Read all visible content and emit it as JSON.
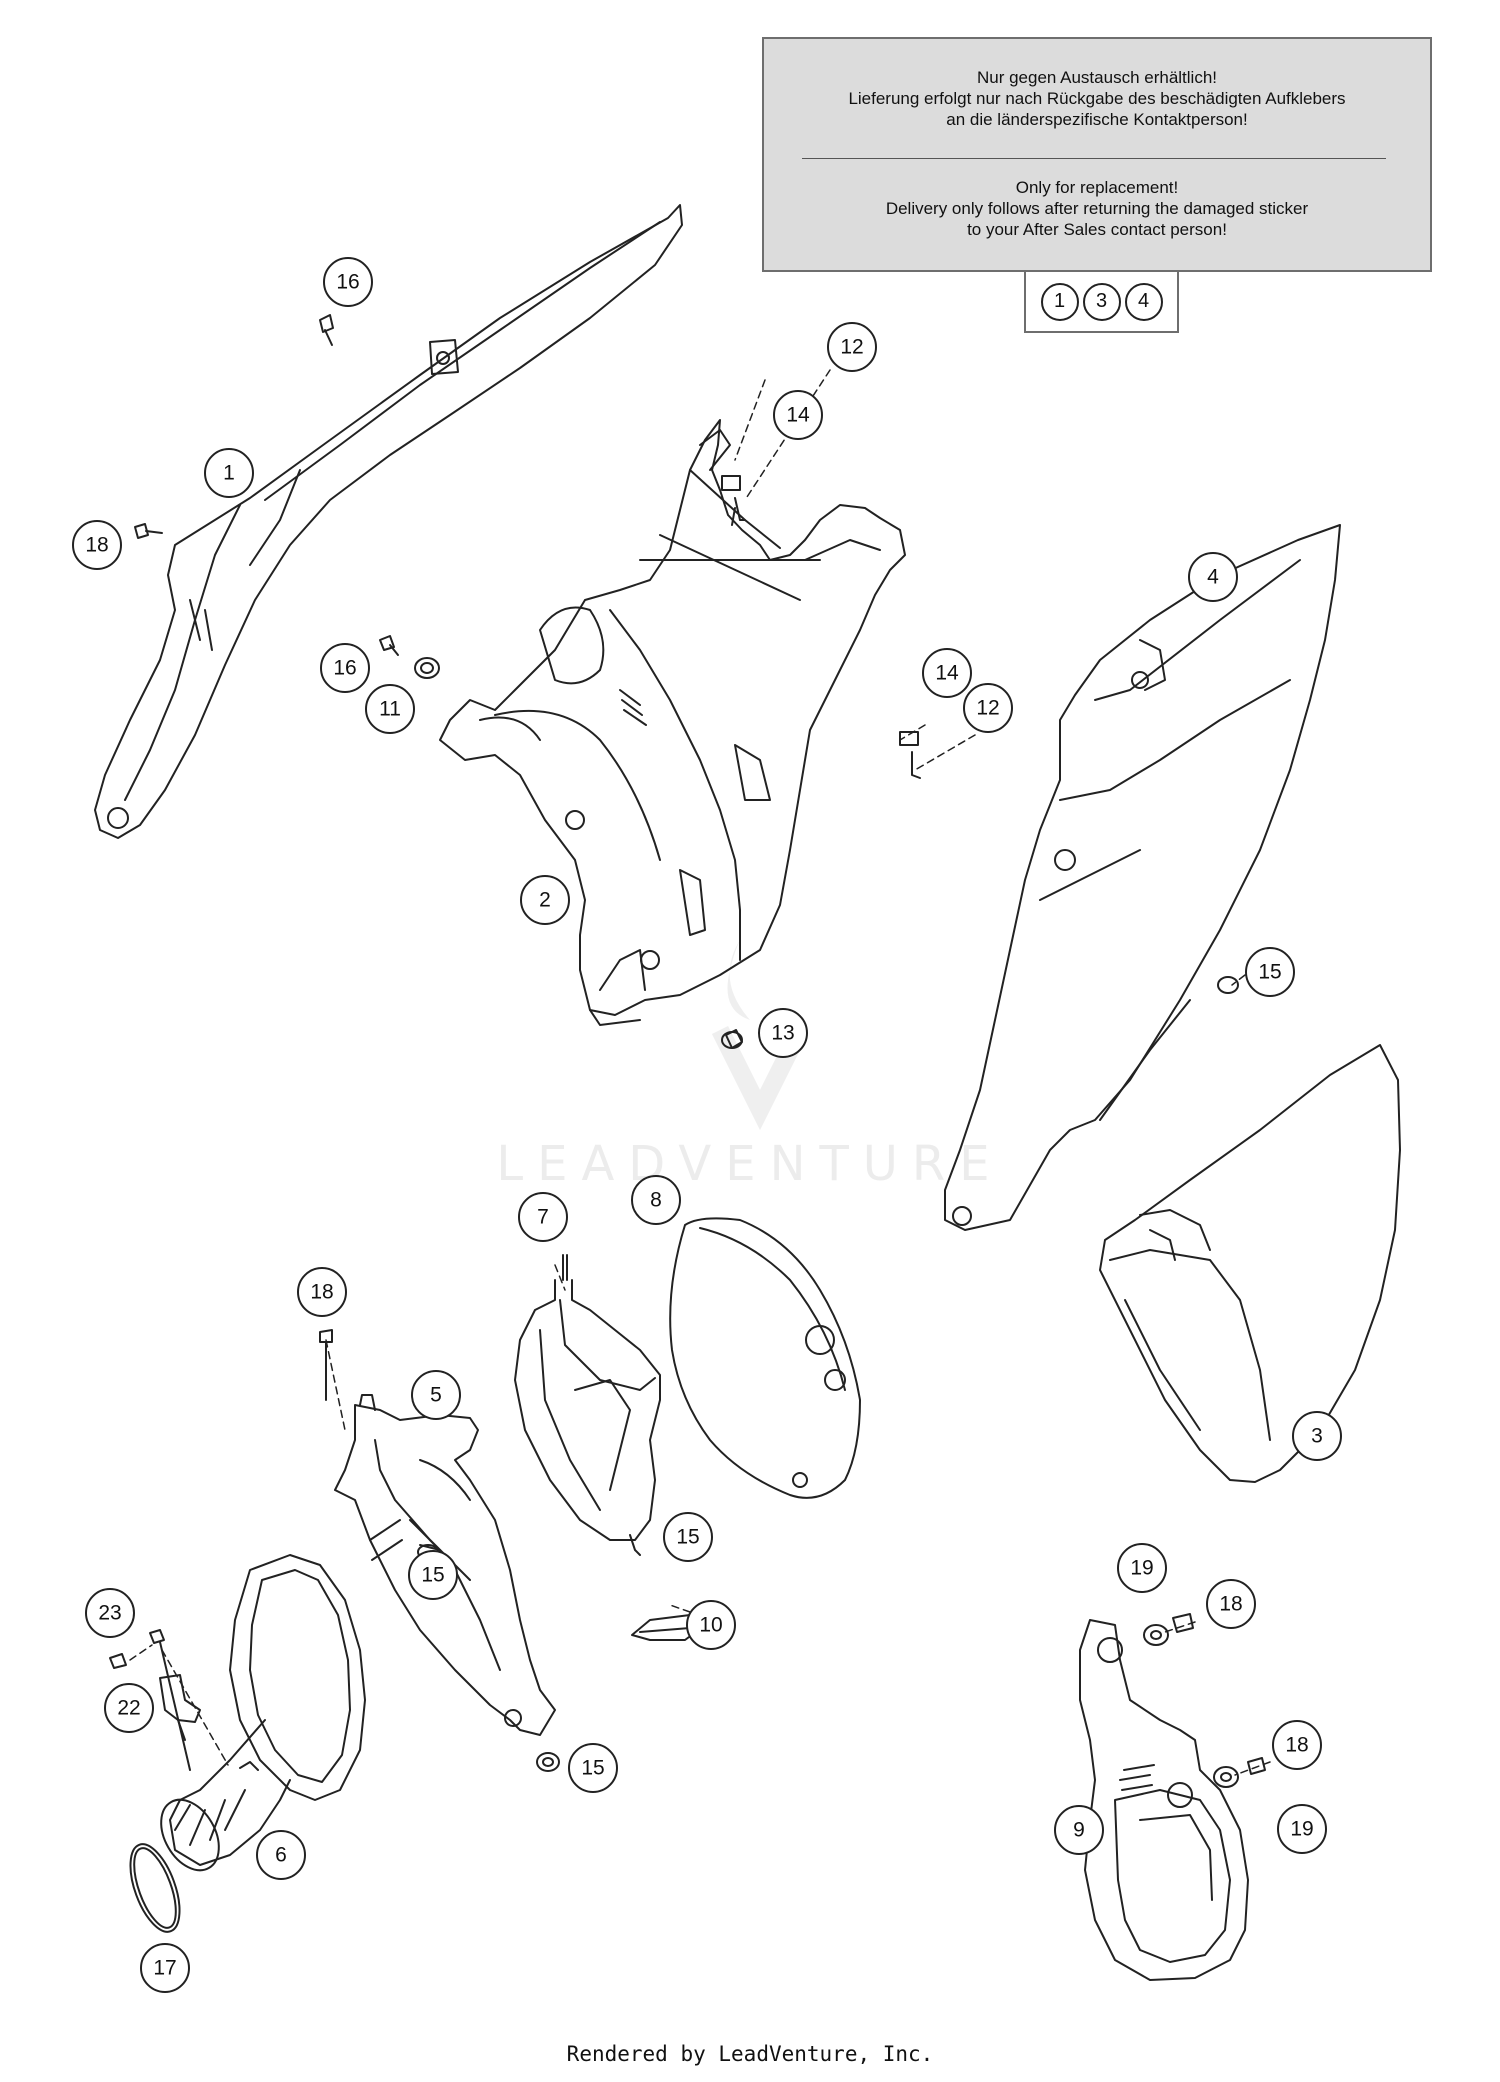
{
  "notice": {
    "german": [
      "Nur gegen Austausch erhältlich!",
      "Lieferung erfolgt nur nach Rückgabe des beschädigten Aufklebers",
      "an die länderspezifische Kontaktperson!"
    ],
    "english": [
      "Only for replacement!",
      "Delivery only follows after returning the damaged sticker",
      "to your After Sales contact person!"
    ],
    "kit_parts": [
      "1",
      "3",
      "4"
    ]
  },
  "callouts": [
    "16",
    "1",
    "18",
    "14",
    "12",
    "16",
    "11",
    "2",
    "13",
    "4",
    "14",
    "12",
    "15",
    "7",
    "8",
    "18",
    "5",
    "15",
    "15",
    "10",
    "3",
    "23",
    "22",
    "6",
    "17",
    "15",
    "19",
    "18",
    "18",
    "19",
    "9"
  ],
  "watermark": "LEADVENTURE",
  "footer": "Rendered by LeadVenture, Inc.",
  "colors": {
    "notice_bg": "#dcdcdc",
    "line": "#222222"
  }
}
